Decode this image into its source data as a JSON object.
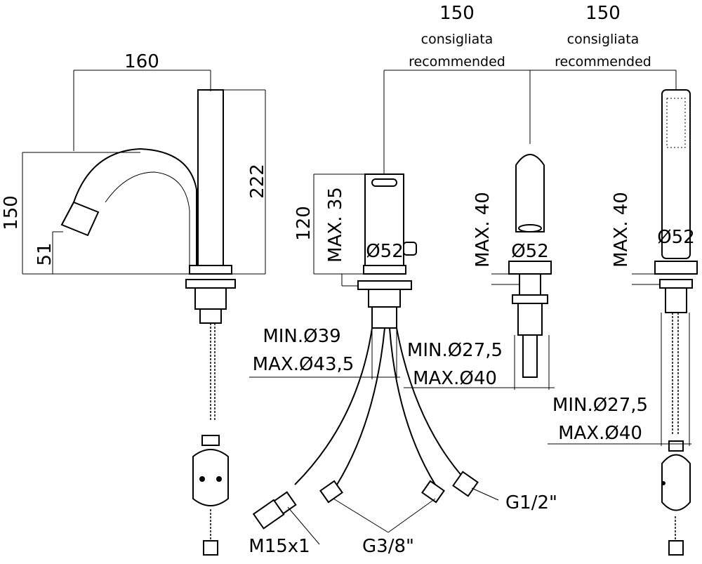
{
  "spout_faucet": {
    "width": "160",
    "spout_height": "150",
    "spout_outlet_height": "51",
    "total_height": "222"
  },
  "center_mixer": {
    "height": "120",
    "max_deck": "MAX. 35",
    "diameter": "Ø52",
    "hole_min": "MIN.Ø39",
    "hole_max": "MAX.Ø43,5"
  },
  "diverter": {
    "max_deck": "MAX. 40",
    "diameter": "Ø52",
    "hole_min": "MIN.Ø27,5",
    "hole_max": "MAX.Ø40"
  },
  "hand_shower": {
    "max_deck": "MAX. 40",
    "diameter": "Ø52",
    "hole_min": "MIN.Ø27,5",
    "hole_max": "MAX.Ø40"
  },
  "spacing": [
    {
      "value": "150",
      "label_it": "consigliata",
      "label_en": "recommended"
    },
    {
      "value": "150",
      "label_it": "consigliata",
      "label_en": "recommended"
    }
  ],
  "connections": {
    "inlet": "G1/2\"",
    "outlet_thread": "M15x1",
    "supply": "G3/8\""
  }
}
